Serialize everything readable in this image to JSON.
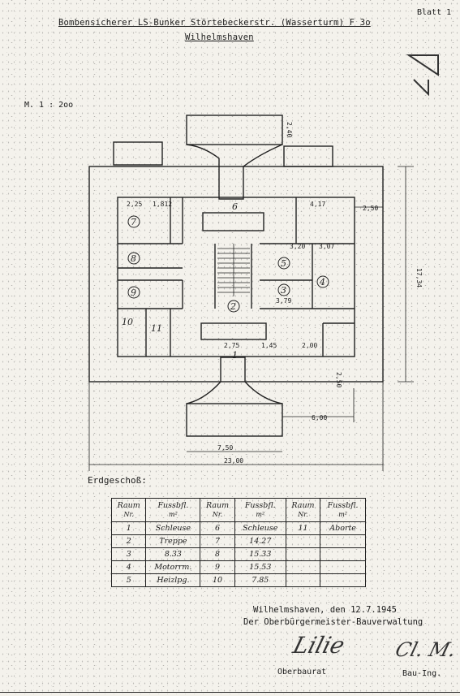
{
  "header": {
    "title": "Bombensicherer LS-Bunker Störtebeckerstr. (Wasserturm) F 3o",
    "city": "Wilhelmshaven",
    "sheet": "Blatt 1"
  },
  "scale_label": "M. 1 : 2oo",
  "floor_label": "Erdgeschoß:",
  "plan": {
    "room_numbers": [
      "1",
      "2",
      "3",
      "4",
      "5",
      "6",
      "7",
      "8",
      "9",
      "10",
      "11"
    ],
    "dimensions": {
      "top_right_width": "2,50",
      "total_height": "17,34",
      "bottom_width_inner": "7,50",
      "bottom_width_total": "23,00",
      "bottom_right": "6,00",
      "right_lower": "2,50",
      "dim_2_25_top": "2,25",
      "dim_1_812": "1,812",
      "dim_4_17": "4,17",
      "dim_3_20": "3,20",
      "dim_3_07": "3,07",
      "dim_3_79": "3,79",
      "dim_2_75": "2,75",
      "dim_2_00": "2,00",
      "dim_2_40": "2,40",
      "dim_1_45": "1,45"
    }
  },
  "table": {
    "headers": [
      {
        "label": "Raum",
        "unit": "Nr."
      },
      {
        "label": "Fussbfl.",
        "unit": "m²"
      },
      {
        "label": "Raum",
        "unit": "Nr."
      },
      {
        "label": "Fussbfl.",
        "unit": "m²"
      },
      {
        "label": "Raum",
        "unit": "Nr."
      },
      {
        "label": "Fussbfl.",
        "unit": "m²"
      }
    ],
    "rows": [
      [
        "1",
        "Schleuse",
        "6",
        "Schleuse",
        "11",
        "Aborte"
      ],
      [
        "2",
        "Treppe",
        "7",
        "14.27",
        "",
        ""
      ],
      [
        "3",
        "8.33",
        "8",
        "15.33",
        "",
        ""
      ],
      [
        "4",
        "Motorrm.",
        "9",
        "15.53",
        "",
        ""
      ],
      [
        "5",
        "Heizlpg.",
        "10",
        "7.85",
        "",
        ""
      ]
    ]
  },
  "signature": {
    "place_date": "Wilhelmshaven, den 12.7.1945",
    "office": "Der Oberbürgermeister-Bauverwaltung",
    "left_title": "Oberbaurat",
    "right_title": "Bau-Ing.",
    "left_sig": "Lilie",
    "right_sig": "Cl. M."
  }
}
